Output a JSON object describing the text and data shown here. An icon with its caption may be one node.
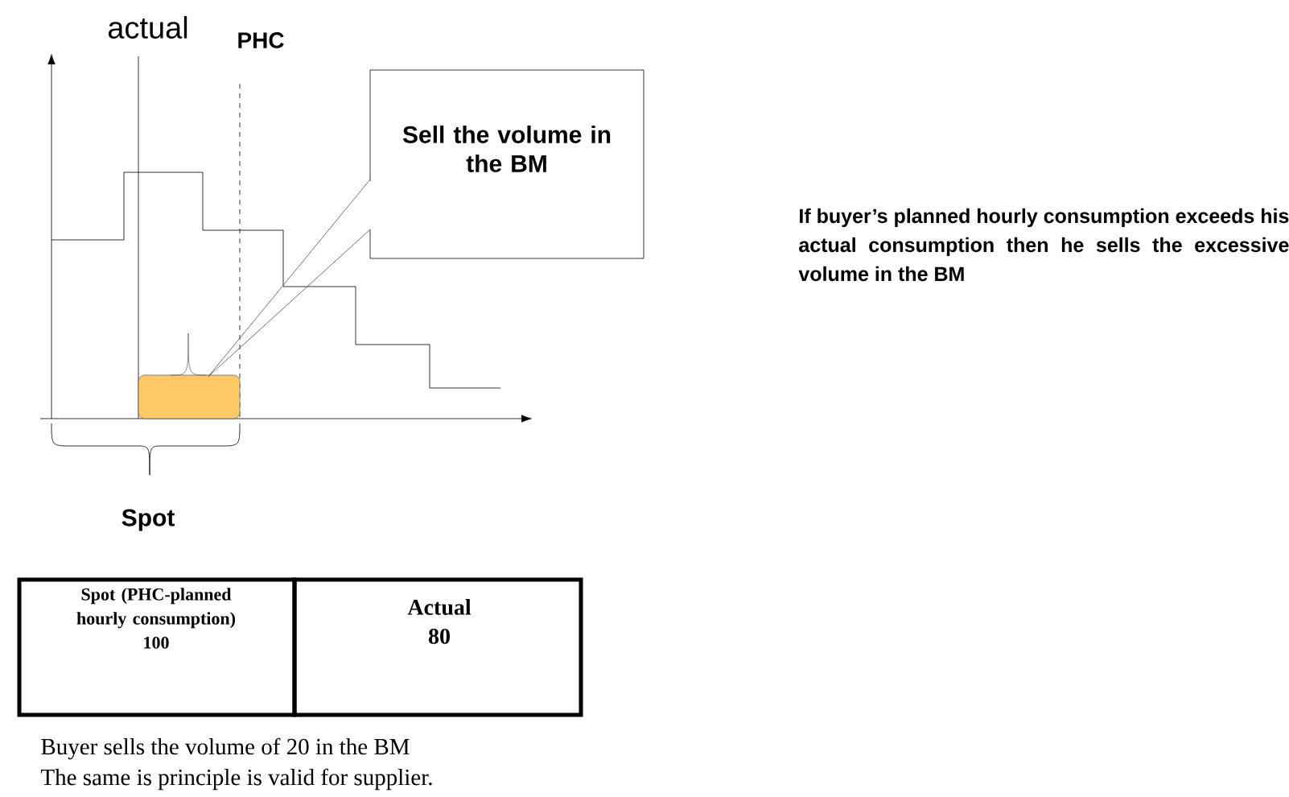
{
  "diagram": {
    "nodes": [
      {
        "text": [
          "Sell the volume in the BM"
        ]
      },
      {
        "text": [],
        "shape": "box"
      }
    ],
    "edges": [
      {
        "from": 0,
        "to": 1,
        "arrow": "none"
      }
    ],
    "labels": [
      "actual",
      "PHC",
      "Spot",
      "If buyer’s planned hourly consumption exceeds his actual consumption then he sells the excessive volume in the BM",
      "Spot (PHC-planned hourly consumption)",
      "100",
      "Actual",
      "80",
      "Buyer sells the volume of 20 in the BM",
      "The same is principle is valid for supplier."
    ]
  }
}
